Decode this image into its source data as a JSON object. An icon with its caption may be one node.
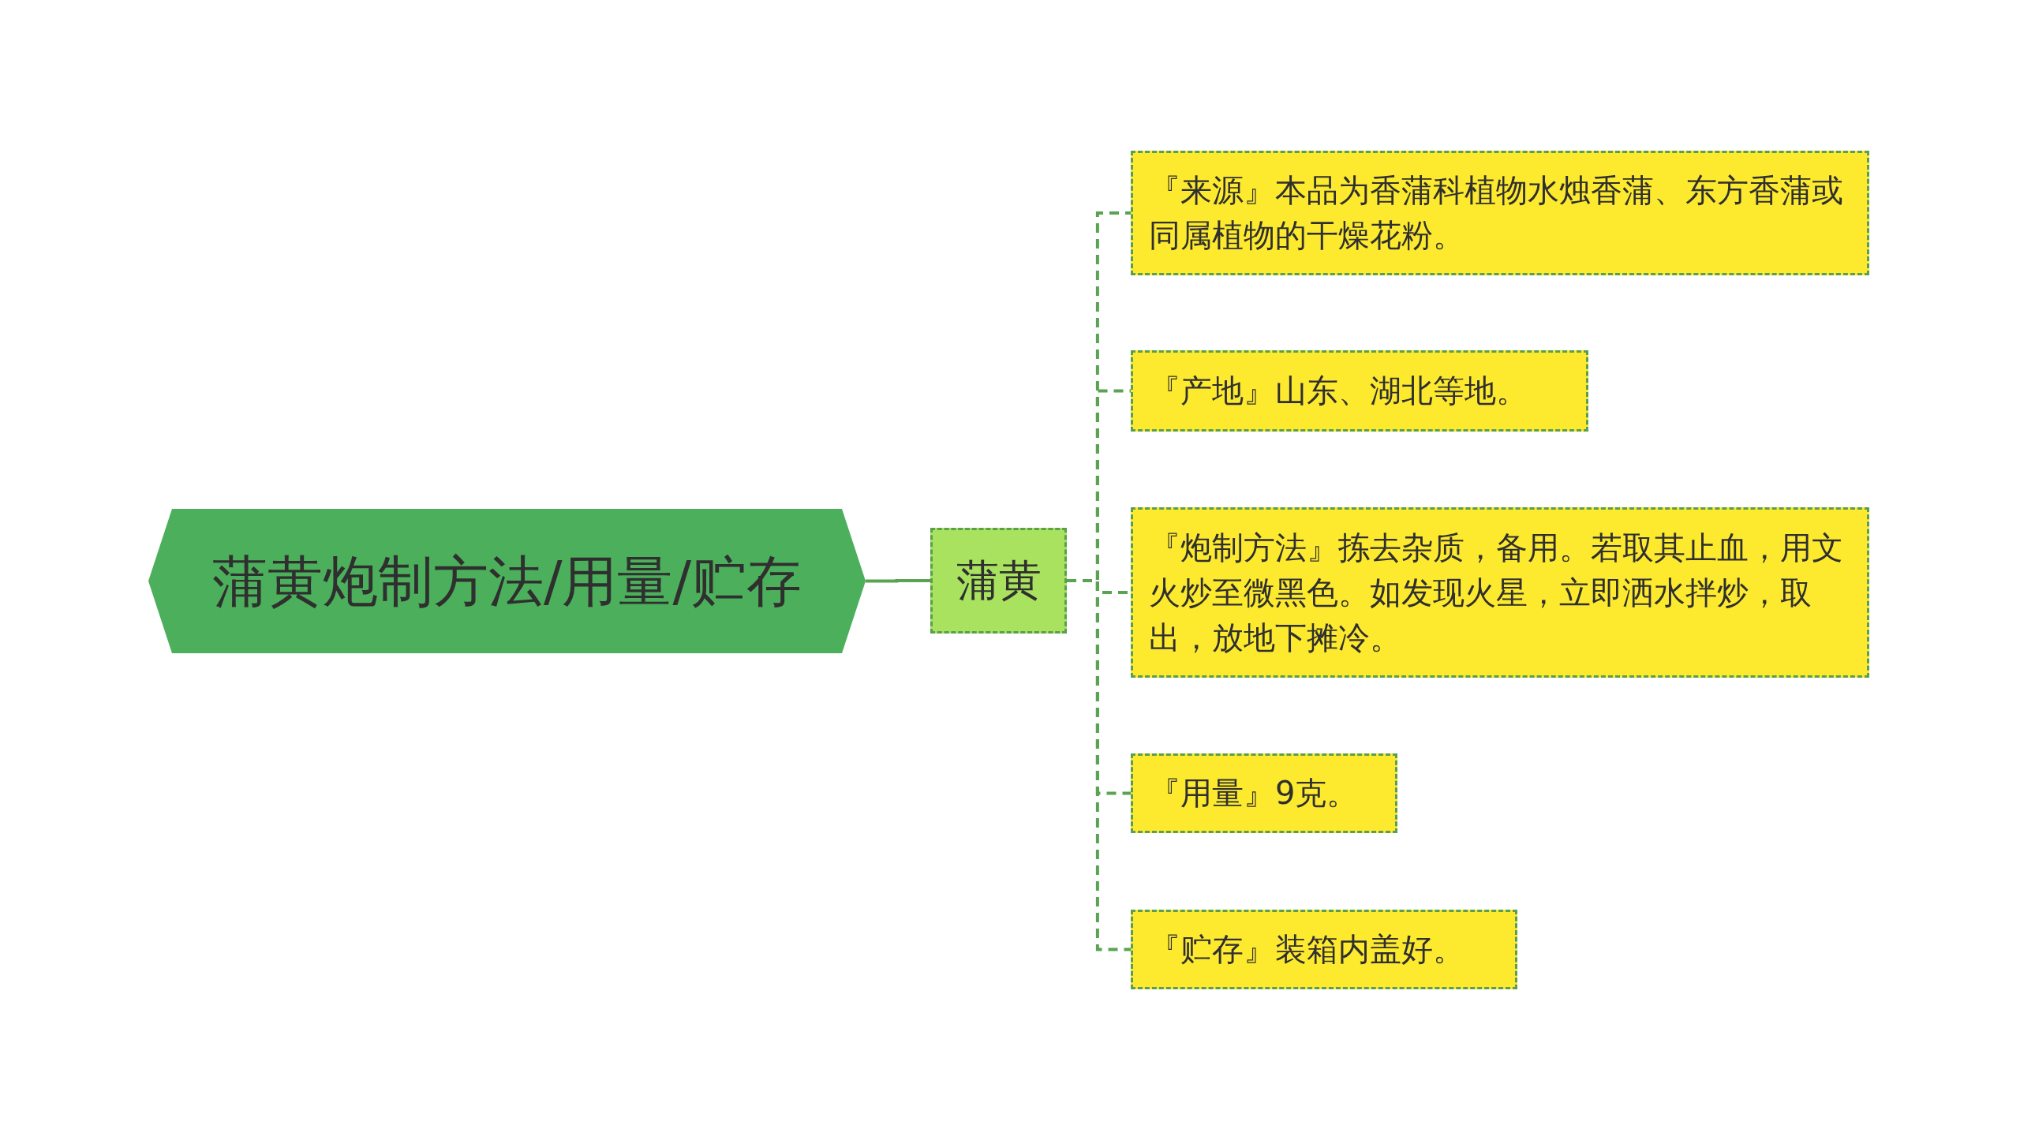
{
  "diagram": {
    "nodes": [
      {
        "text": [
          "蒲黄炮制方法/用量/贮存"
        ]
      },
      {
        "text": [
          "蒲黄"
        ]
      },
      {
        "text": [
          "『来源』本品为香蒲科植物水烛香蒲、东方香蒲或同属植物的干燥花粉。"
        ]
      },
      {
        "text": [
          "『产地』山东、湖北等地。"
        ]
      },
      {
        "text": [
          "『炮制方法』拣去杂质，备用。若取其止血，用文火炒至微黑色。如发现火星，立即洒水拌炒，取出，放地下摊冷。"
        ]
      },
      {
        "text": [
          "『用量』9克。"
        ]
      },
      {
        "text": [
          "『贮存』装箱内盖好。"
        ]
      }
    ],
    "edges": [
      {
        "from": 0,
        "to": 1,
        "arrow": "none"
      },
      {
        "from": 1,
        "to": 2,
        "arrow": "none",
        "style": "dashed"
      },
      {
        "from": 1,
        "to": 3,
        "arrow": "none",
        "style": "dashed"
      },
      {
        "from": 1,
        "to": 4,
        "arrow": "none",
        "style": "dashed"
      },
      {
        "from": 1,
        "to": 5,
        "arrow": "none",
        "style": "dashed"
      },
      {
        "from": 1,
        "to": 6,
        "arrow": "none",
        "style": "dashed"
      }
    ]
  }
}
